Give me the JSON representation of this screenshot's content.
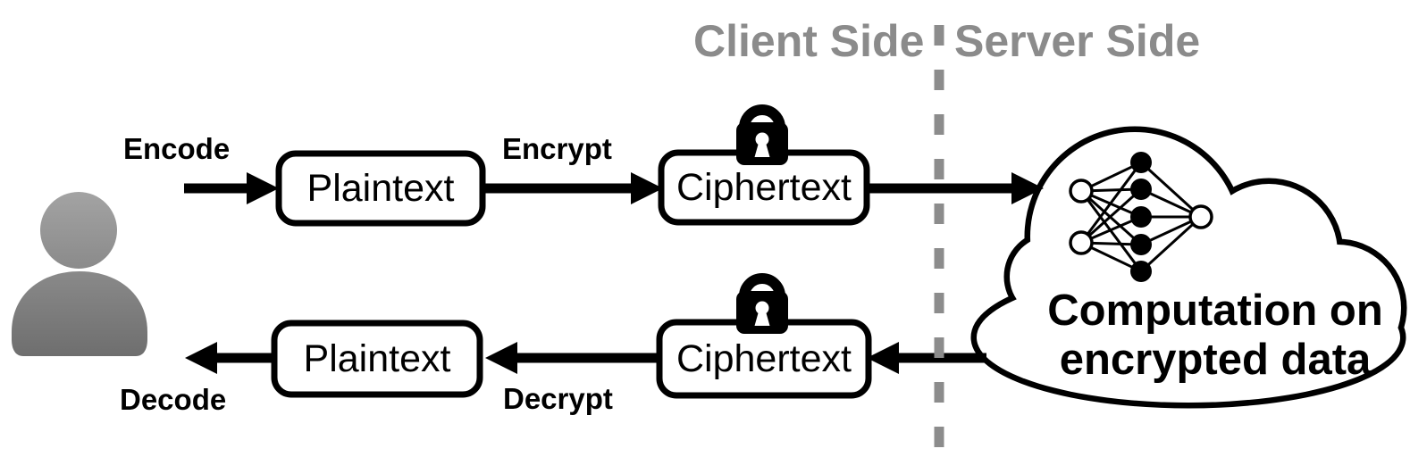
{
  "zones": {
    "client_label": "Client Side",
    "server_label": "Server Side"
  },
  "flow_top": {
    "encode_label": "Encode",
    "plaintext_box_label": "Plaintext",
    "encrypt_label": "Encrypt",
    "ciphertext_box_label": "Ciphertext"
  },
  "flow_bottom": {
    "decode_label": "Decode",
    "plaintext_box_label": "Plaintext",
    "decrypt_label": "Decrypt",
    "ciphertext_box_label": "Ciphertext"
  },
  "cloud": {
    "caption_line1": "Computation on",
    "caption_line2": "encrypted data"
  },
  "icons": {
    "user": "user-icon",
    "lock_top": "lock-icon",
    "lock_bottom": "lock-icon",
    "cloud": "cloud-icon",
    "neural_network": "neural-network-icon",
    "divider": "dashed-divider"
  },
  "colors": {
    "ink": "#000000",
    "muted_gray": "#8B8B8B",
    "user_gradient_top": "#A4A4A4",
    "user_gradient_bottom": "#6E6E6E",
    "box_fill": "#FFFFFF"
  }
}
